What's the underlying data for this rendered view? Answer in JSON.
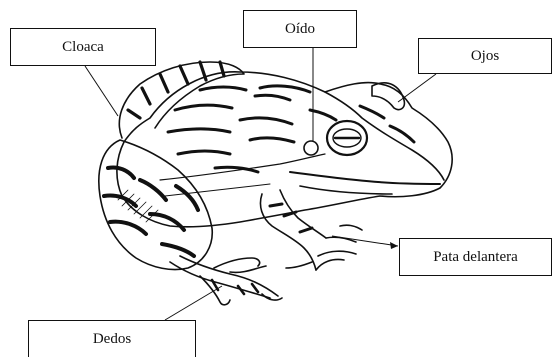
{
  "labels": {
    "cloaca": "Cloaca",
    "oido": "Oído",
    "ojos": "Ojos",
    "pata_delantera": "Pata delantera",
    "dedos": "Dedos"
  },
  "colors": {
    "ink": "#111111",
    "background": "#ffffff"
  }
}
